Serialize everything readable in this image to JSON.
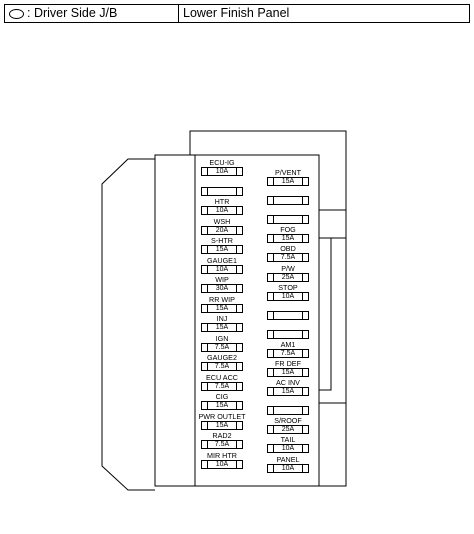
{
  "header": {
    "location": ": Driver Side J/B",
    "panel": "Lower Finish Panel",
    "icon": "oval-icon"
  },
  "left_column": [
    {
      "label": "ECU-IG",
      "amp": "10A"
    },
    {
      "label": "",
      "amp": ""
    },
    {
      "label": "HTR",
      "amp": "10A"
    },
    {
      "label": "WSH",
      "amp": "20A"
    },
    {
      "label": "S-HTR",
      "amp": "15A"
    },
    {
      "label": "GAUGE1",
      "amp": "10A"
    },
    {
      "label": "WIP",
      "amp": "30A"
    },
    {
      "label": "RR WIP",
      "amp": "15A"
    },
    {
      "label": "INJ",
      "amp": "15A"
    },
    {
      "label": "IGN",
      "amp": "7.5A"
    },
    {
      "label": "GAUGE2",
      "amp": "7.5A"
    },
    {
      "label": "ECU ACC",
      "amp": "7.5A"
    },
    {
      "label": "CIG",
      "amp": "15A"
    },
    {
      "label": "PWR OUTLET",
      "amp": "15A"
    },
    {
      "label": "RAD2",
      "amp": "7.5A"
    },
    {
      "label": "MIR HTR",
      "amp": "10A"
    }
  ],
  "right_column": [
    {
      "label": "P/VENT",
      "amp": "15A"
    },
    {
      "label": "",
      "amp": ""
    },
    {
      "label": "",
      "amp": ""
    },
    {
      "label": "FOG",
      "amp": "15A"
    },
    {
      "label": "OBD",
      "amp": "7.5A"
    },
    {
      "label": "P/W",
      "amp": "25A"
    },
    {
      "label": "STOP",
      "amp": "10A"
    },
    {
      "label": "",
      "amp": ""
    },
    {
      "label": "",
      "amp": ""
    },
    {
      "label": "AM1",
      "amp": "7.5A"
    },
    {
      "label": "FR DEF",
      "amp": "15A"
    },
    {
      "label": "AC INV",
      "amp": "15A"
    },
    {
      "label": "",
      "amp": ""
    },
    {
      "label": "S/ROOF",
      "amp": "25A"
    },
    {
      "label": "TAIL",
      "amp": "10A"
    },
    {
      "label": "PANEL",
      "amp": "10A"
    }
  ]
}
